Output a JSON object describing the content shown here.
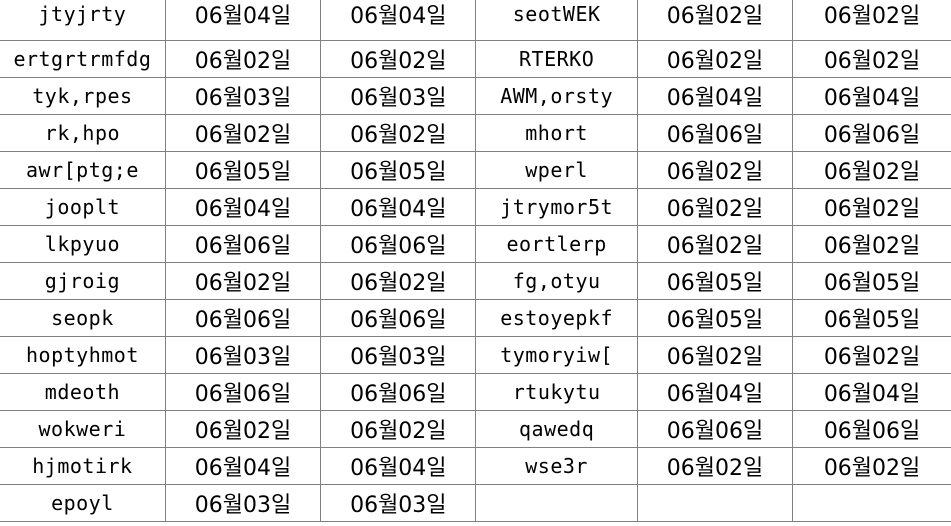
{
  "table": {
    "rows": [
      [
        "jtyjrty",
        "06월04일",
        "06월04일",
        "seotWEK",
        "06월02일",
        "06월02일"
      ],
      [
        "ertgrtrmfdg",
        "06월02일",
        "06월02일",
        "RTERKO",
        "06월02일",
        "06월02일"
      ],
      [
        "tyk,rpes",
        "06월03일",
        "06월03일",
        "AWM,orsty",
        "06월04일",
        "06월04일"
      ],
      [
        "rk,hpo",
        "06월02일",
        "06월02일",
        "mhort",
        "06월06일",
        "06월06일"
      ],
      [
        "awr[ptg;e",
        "06월05일",
        "06월05일",
        "wperl",
        "06월02일",
        "06월02일"
      ],
      [
        "jooplt",
        "06월04일",
        "06월04일",
        "jtrymor5t",
        "06월02일",
        "06월02일"
      ],
      [
        "lkpyuo",
        "06월06일",
        "06월06일",
        "eortlerp",
        "06월02일",
        "06월02일"
      ],
      [
        "gjroig",
        "06월02일",
        "06월02일",
        "fg,otyu",
        "06월05일",
        "06월05일"
      ],
      [
        "seopk",
        "06월06일",
        "06월06일",
        "estoyepkf",
        "06월05일",
        "06월05일"
      ],
      [
        "hoptyhmot",
        "06월03일",
        "06월03일",
        "tymoryiw[",
        "06월02일",
        "06월02일"
      ],
      [
        "mdeoth",
        "06월06일",
        "06월06일",
        "rtukytu",
        "06월04일",
        "06월04일"
      ],
      [
        "wokweri",
        "06월02일",
        "06월02일",
        "qawedq",
        "06월06일",
        "06월06일"
      ],
      [
        "hjmotirk",
        "06월04일",
        "06월04일",
        "wse3r",
        "06월02일",
        "06월02일"
      ],
      [
        "epoyl",
        "06월03일",
        "06월03일",
        "",
        "",
        ""
      ]
    ]
  }
}
